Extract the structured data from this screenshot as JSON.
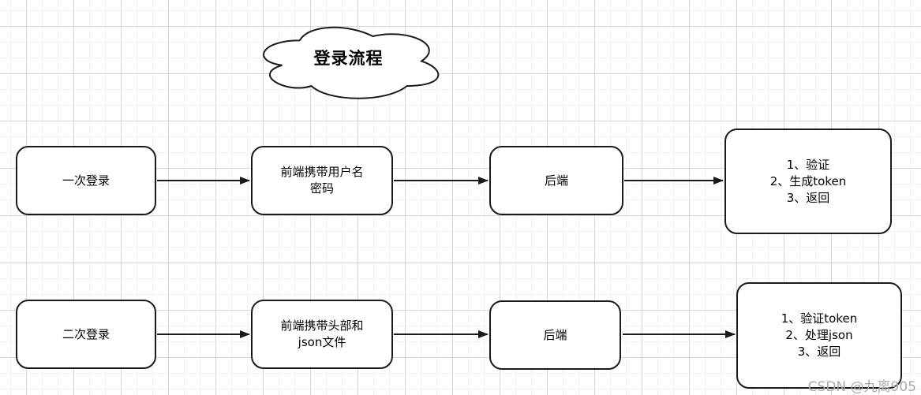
{
  "diagram": {
    "title": "登录流程",
    "watermark": "CSDN @九离905",
    "flows": [
      {
        "name": "first-login",
        "nodes": [
          {
            "lines": [
              "一次登录"
            ]
          },
          {
            "lines": [
              "前端携带用户名",
              "密码"
            ]
          },
          {
            "lines": [
              "后端"
            ]
          },
          {
            "lines": [
              "1、验证",
              "2、生成token",
              "3、返回"
            ]
          }
        ]
      },
      {
        "name": "second-login",
        "nodes": [
          {
            "lines": [
              "二次登录"
            ]
          },
          {
            "lines": [
              "前端携带头部和",
              "json文件"
            ]
          },
          {
            "lines": [
              "后端"
            ]
          },
          {
            "lines": [
              "1、验证token",
              "2、处理json",
              "3、返回"
            ]
          }
        ]
      }
    ],
    "colors": {
      "stroke": "#1a1a1a",
      "fill": "#ffffff",
      "grid_major": "#d7d7d7",
      "grid_minor": "#f2f2f2",
      "watermark_text": "#aaaaaa"
    }
  }
}
